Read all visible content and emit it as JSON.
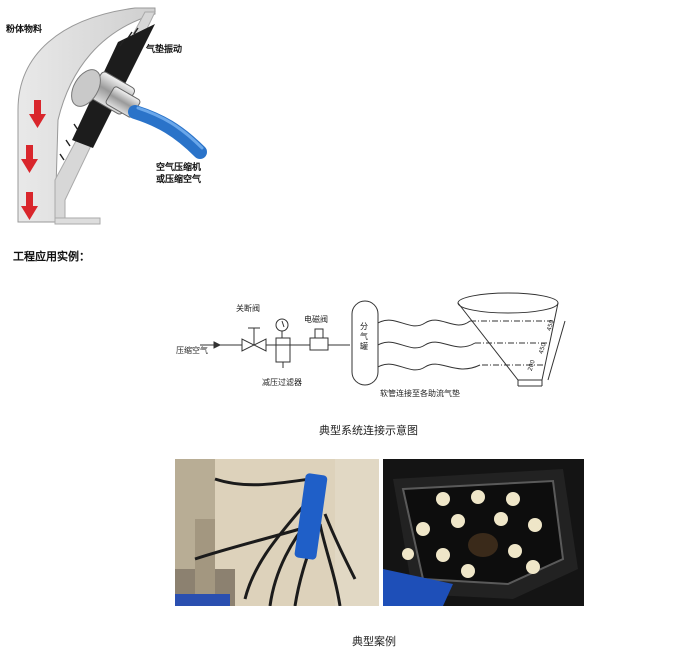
{
  "illustration": {
    "label_material": "粉体物料",
    "label_vibration": "气垫振动",
    "label_air_line1": "空气压缩机",
    "label_air_line2": "或压缩空气"
  },
  "section": {
    "title": "工程应用实例："
  },
  "schematic": {
    "valve": "关断阀",
    "solenoid": "电磁阀",
    "tank": "分气罐",
    "inlet": "压缩空气",
    "filter": "减压过滤器",
    "hose_note": "软管连接至各助流气垫",
    "dims": [
      "200",
      "450",
      "450"
    ],
    "caption": "典型系统连接示意图"
  },
  "photos": {
    "caption": "典型案例"
  },
  "colors": {
    "arrow_red": "#d9262c",
    "hose_blue": "#2a73c9",
    "manifold_blue": "#1f5fc8"
  }
}
